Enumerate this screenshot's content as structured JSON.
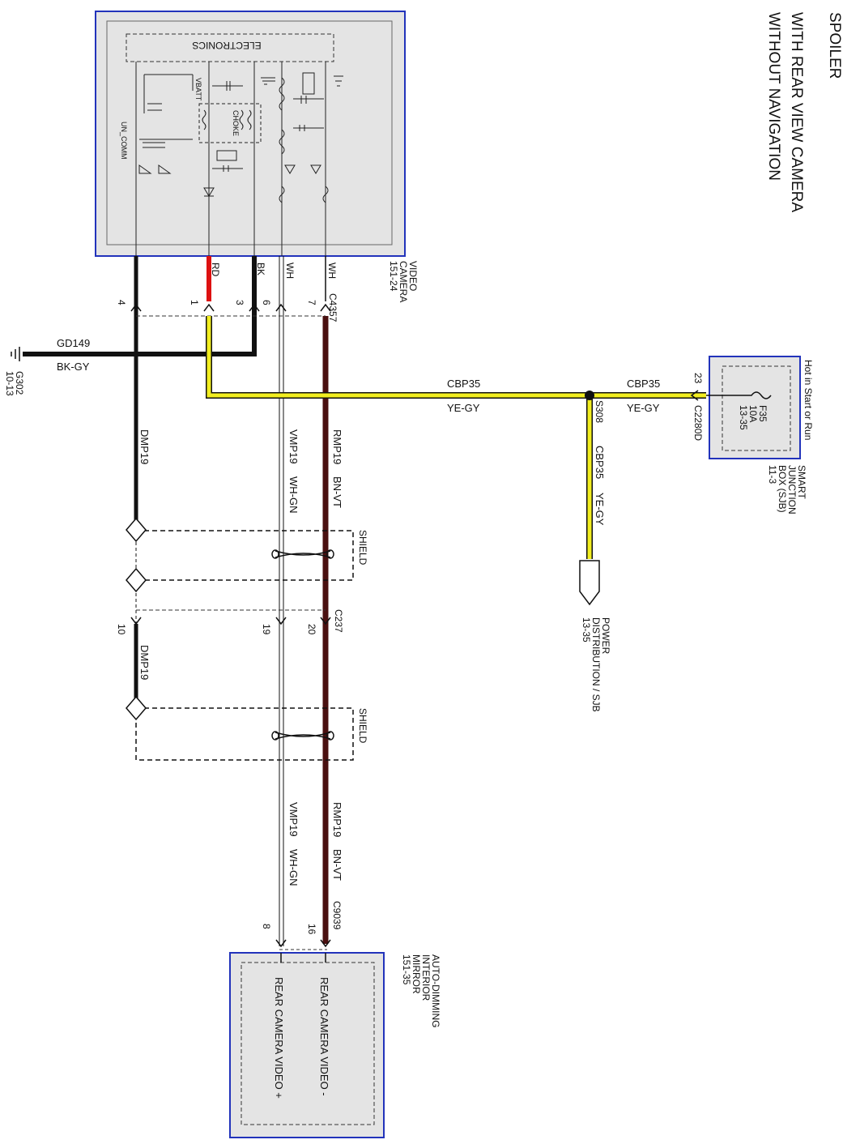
{
  "title": {
    "line1": "SPOILER",
    "line2": "WITH REAR VIEW CAMERA",
    "line3": "WITHOUT NAVIGATION"
  },
  "camera": {
    "name_line1": "VIDEO",
    "name_line2": "CAMERA",
    "name_line3": "151-24",
    "electronics": "ELECTRONICS",
    "vbatt": "VBATT",
    "choke": "CHOKE",
    "un_comm": "UN_COMM"
  },
  "connectors": {
    "c4357": "C4357",
    "c237": "C237",
    "c9039": "C9039",
    "c2280d": "C2280D",
    "s308": "S308"
  },
  "pins": {
    "p4": "4",
    "p1": "1",
    "p3": "3",
    "p6": "6",
    "p7": "7",
    "p10": "10",
    "p19": "19",
    "p20": "20",
    "p8": "8",
    "p16": "16",
    "p23": "23"
  },
  "wire_colors": {
    "rd": "RD",
    "bk": "BK",
    "wh1": "WH",
    "wh2": "WH"
  },
  "circuits": {
    "gd149": "GD149",
    "gd149_color": "BK-GY",
    "cbp35_left": "CBP35",
    "cbp35_left_color": "YE-GY",
    "cbp35_right": "CBP35",
    "cbp35_right_color": "YE-GY",
    "cbp35_vertical": "CBP35",
    "cbp35_vertical_color": "YE-GY",
    "dmp19_upper": "DMP19",
    "dmp19_lower": "DMP19",
    "vmp19_upper": "VMP19",
    "vmp19_upper_color": "WH-GN",
    "rmp19_upper": "RMP19",
    "rmp19_upper_color": "BN-VT",
    "vmp19_lower": "VMP19",
    "vmp19_lower_color": "WH-GN",
    "rmp19_lower": "RMP19",
    "rmp19_lower_color": "BN-VT"
  },
  "ground": {
    "name": "G302",
    "ref": "10-13"
  },
  "shield": {
    "upper": "SHIELD",
    "lower": "SHIELD"
  },
  "sjb": {
    "hot": "Hot in Start or Run",
    "fuse": "F35",
    "amps": "10A",
    "ref": "13-35",
    "name_line1": "SMART",
    "name_line2": "JUNCTION",
    "name_line3": "BOX (SJB)",
    "name_line4": "11-3"
  },
  "power_dist": {
    "line1": "POWER",
    "line2": "DISTRIBUTION / SJB",
    "line3": "13-35"
  },
  "mirror": {
    "name_line1": "AUTO-DIMMING",
    "name_line2": "INTERIOR",
    "name_line3": "MIRROR",
    "name_line4": "151-35",
    "video_minus": "REAR CAMERA VIDEO -",
    "video_plus": "REAR CAMERA VIDEO +"
  },
  "colors": {
    "box_border": "#2233bb",
    "box_fill": "#e4e4e4",
    "red_wire": "#dd1111",
    "yellow_wire": "#f2ee20",
    "brown_wire": "#4a1010",
    "black_wire": "#111111"
  }
}
